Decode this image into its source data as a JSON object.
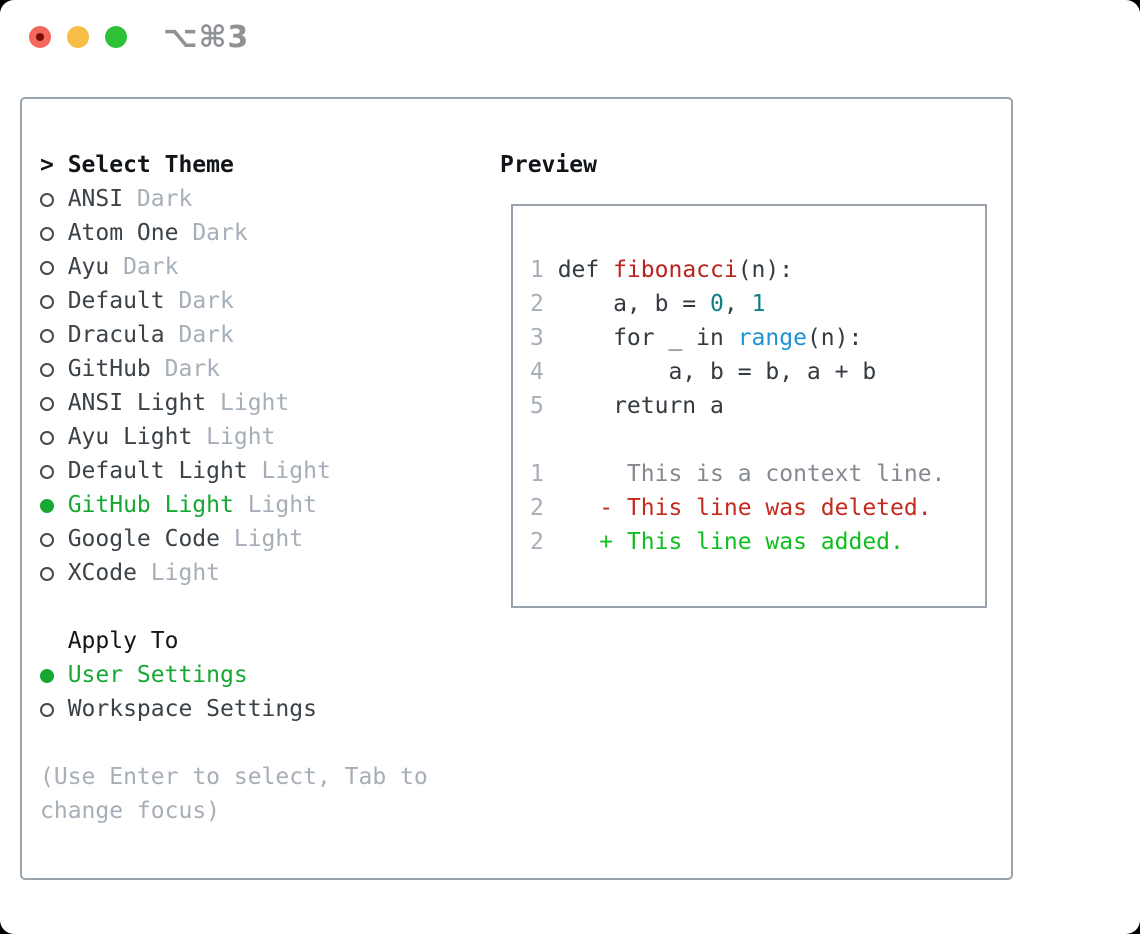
{
  "window": {
    "title": "⌥⌘3",
    "traffic_lights": [
      "close",
      "minimize",
      "zoom"
    ]
  },
  "theme_picker": {
    "prompt": ">",
    "header": "Select Theme",
    "themes": [
      {
        "name": "ANSI",
        "tag": "Dark",
        "selected": false
      },
      {
        "name": "Atom One",
        "tag": "Dark",
        "selected": false
      },
      {
        "name": "Ayu",
        "tag": "Dark",
        "selected": false
      },
      {
        "name": "Default",
        "tag": "Dark",
        "selected": false
      },
      {
        "name": "Dracula",
        "tag": "Dark",
        "selected": false
      },
      {
        "name": "GitHub",
        "tag": "Dark",
        "selected": false
      },
      {
        "name": "ANSI Light",
        "tag": "Light",
        "selected": false
      },
      {
        "name": "Ayu Light",
        "tag": "Light",
        "selected": false
      },
      {
        "name": "Default Light",
        "tag": "Light",
        "selected": false
      },
      {
        "name": "GitHub Light",
        "tag": "Light",
        "selected": true
      },
      {
        "name": "Google Code",
        "tag": "Light",
        "selected": false
      },
      {
        "name": "XCode",
        "tag": "Light",
        "selected": false
      }
    ],
    "apply_to": {
      "header": "Apply To",
      "options": [
        {
          "label": "User Settings",
          "selected": true
        },
        {
          "label": "Workspace Settings",
          "selected": false
        }
      ]
    },
    "help": "(Use Enter to select, Tab to\nchange focus)"
  },
  "preview": {
    "header": "Preview",
    "code_lines": [
      {
        "num": "1",
        "segments": [
          {
            "text": "def ",
            "style": "plain"
          },
          {
            "text": "fibonacci",
            "style": "func"
          },
          {
            "text": "(n):",
            "style": "plain"
          }
        ]
      },
      {
        "num": "2",
        "segments": [
          {
            "text": "    a, b = ",
            "style": "plain"
          },
          {
            "text": "0",
            "style": "number"
          },
          {
            "text": ", ",
            "style": "plain"
          },
          {
            "text": "1",
            "style": "number"
          }
        ]
      },
      {
        "num": "3",
        "segments": [
          {
            "text": "    for _ in ",
            "style": "plain"
          },
          {
            "text": "range",
            "style": "builtin"
          },
          {
            "text": "(n):",
            "style": "plain"
          }
        ]
      },
      {
        "num": "4",
        "segments": [
          {
            "text": "        a, b = b, a + b",
            "style": "plain"
          }
        ]
      },
      {
        "num": "5",
        "segments": [
          {
            "text": "    return a",
            "style": "plain"
          }
        ]
      },
      {
        "num": "",
        "segments": []
      },
      {
        "num": "1",
        "segments": [
          {
            "text": "     This is a context line.",
            "style": "context"
          }
        ]
      },
      {
        "num": "2",
        "segments": [
          {
            "text": "   - This line was deleted.",
            "style": "deleted"
          }
        ]
      },
      {
        "num": "2",
        "segments": [
          {
            "text": "   + This line was added.",
            "style": "added"
          }
        ]
      }
    ]
  },
  "colors": {
    "ink": "#111418",
    "item_text": "#3b4248",
    "muted": "#a6aeb8",
    "border": "#99a2ad",
    "accent_green": "#16a833",
    "radio_stroke": "#454b52",
    "code_text": "#343a41",
    "func_red": "#b8231d",
    "builtin_blue": "#1e93d0",
    "number_teal": "#0c7f86",
    "context_gray": "#848a90",
    "deleted_red": "#c42a1e",
    "added_green": "#11be1f",
    "titlebar_text": "#8e9297",
    "tl_red": "#f2685c",
    "tl_red_dot": "#7c0e05",
    "tl_yellow": "#f7bd45",
    "tl_green": "#2fc138"
  }
}
